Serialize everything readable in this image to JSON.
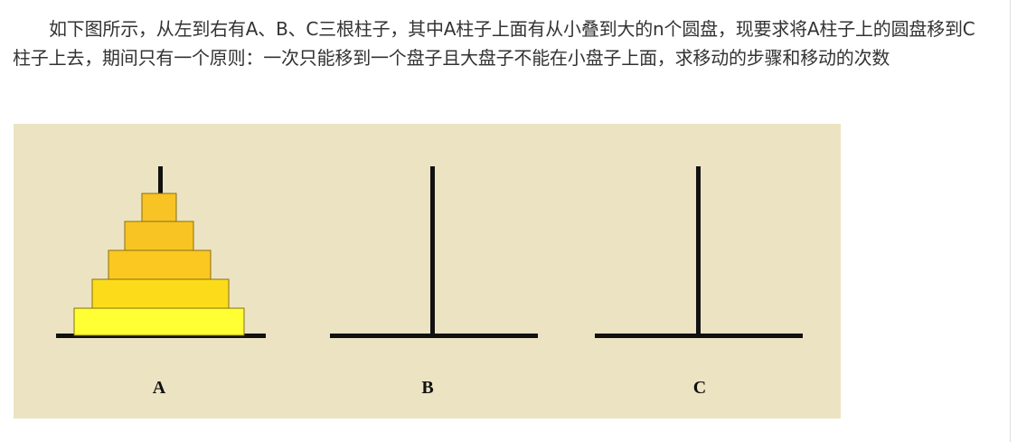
{
  "article": {
    "intro_text": "如下图所示，从左到右有A、B、C三根柱子，其中A柱子上面有从小叠到大的n个圆盘，现要求将A柱子上的圆盘移到C柱子上去，期间只有一个原则：一次只能移到一个盘子且大盘子不能在小盘子上面，求移动的步骤和移动的次数"
  },
  "figure": {
    "background_color": "#ece3c2",
    "rod_color": "#111111",
    "peg_labels": [
      "A",
      "B",
      "C"
    ],
    "disk_count_on_A": 5,
    "disk_colors": [
      "#f7c325",
      "#f8c423",
      "#fac820",
      "#fcdc1a",
      "#ffff33"
    ]
  }
}
